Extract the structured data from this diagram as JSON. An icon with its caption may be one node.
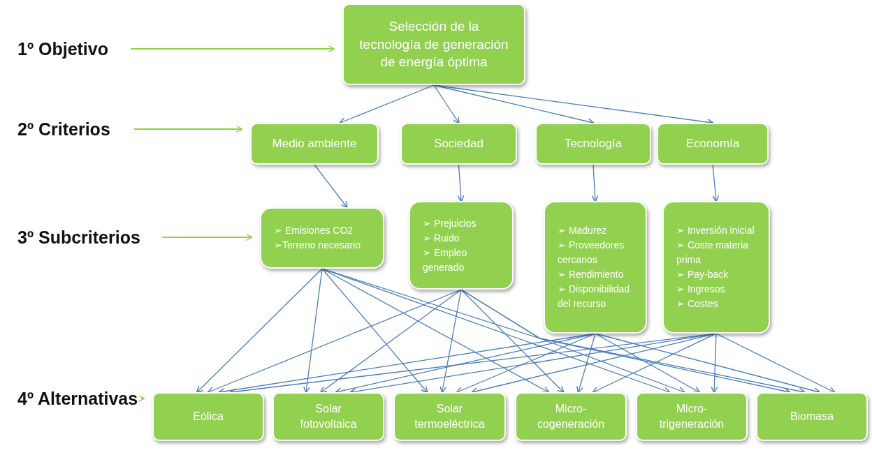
{
  "diagram": {
    "nodes": [
      {
        "text": [
          "1º Objetivo"
        ]
      },
      {
        "text": [
          "Selección de la tecnología de generación de energía óptima"
        ]
      },
      {
        "text": [
          "2º Criterios"
        ]
      },
      {
        "text": [
          "Medio ambiente"
        ]
      },
      {
        "text": [
          "Sociedad"
        ]
      },
      {
        "text": [
          "Tecnología"
        ]
      },
      {
        "text": [
          "Economía"
        ]
      },
      {
        "text": [
          "3º Subcriterios"
        ]
      },
      {
        "text": [
          "➢ Emisiones CO2",
          "➢Terreno necesario"
        ]
      },
      {
        "text": [
          "➢ Prejuicios",
          "➢ Ruido",
          "➢ Empleo generado"
        ]
      },
      {
        "text": [
          "➢ Madurez",
          "➢ Proveedores cercanos",
          "➢ Rendimiento",
          "➢ Disponibilidad del recurso"
        ]
      },
      {
        "text": [
          "➢ Inversión inicial",
          "➢ Coste materia prima",
          "➢ Pay-back",
          "➢ Ingresos",
          "➢ Costes"
        ]
      },
      {
        "text": [
          "4º Alternativas"
        ]
      },
      {
        "text": [
          "Eólica"
        ]
      },
      {
        "text": [
          "Solar fotovoltaica"
        ]
      },
      {
        "text": [
          "Solar termoeléctrica"
        ]
      },
      {
        "text": [
          "Micro-cogeneración"
        ]
      },
      {
        "text": [
          "Micro-trigeneración"
        ]
      },
      {
        "text": [
          "Biomasa"
        ]
      }
    ],
    "edges": [
      {
        "from": 0,
        "to": 1,
        "arrow": "to",
        "color": "#92d050"
      },
      {
        "from": 2,
        "to": 3,
        "arrow": "to",
        "color": "#92d050"
      },
      {
        "from": 7,
        "to": 8,
        "arrow": "to",
        "color": "#92d050"
      },
      {
        "from": 12,
        "to": 13,
        "arrow": "to",
        "color": "#92d050"
      },
      {
        "from": 1,
        "to": 3,
        "arrow": "to"
      },
      {
        "from": 1,
        "to": 4,
        "arrow": "to"
      },
      {
        "from": 1,
        "to": 5,
        "arrow": "to"
      },
      {
        "from": 1,
        "to": 6,
        "arrow": "to"
      },
      {
        "from": 3,
        "to": 8,
        "arrow": "to"
      },
      {
        "from": 4,
        "to": 9,
        "arrow": "to"
      },
      {
        "from": 5,
        "to": 10,
        "arrow": "to"
      },
      {
        "from": 6,
        "to": 11,
        "arrow": "to"
      },
      {
        "from": 8,
        "to": 13,
        "arrow": "to"
      },
      {
        "from": 8,
        "to": 14,
        "arrow": "to"
      },
      {
        "from": 8,
        "to": 15,
        "arrow": "to"
      },
      {
        "from": 8,
        "to": 16,
        "arrow": "to"
      },
      {
        "from": 8,
        "to": 17,
        "arrow": "to"
      },
      {
        "from": 8,
        "to": 18,
        "arrow": "to"
      },
      {
        "from": 9,
        "to": 13,
        "arrow": "to"
      },
      {
        "from": 9,
        "to": 14,
        "arrow": "to"
      },
      {
        "from": 9,
        "to": 15,
        "arrow": "to"
      },
      {
        "from": 9,
        "to": 16,
        "arrow": "to"
      },
      {
        "from": 9,
        "to": 17,
        "arrow": "to"
      },
      {
        "from": 9,
        "to": 18,
        "arrow": "to"
      },
      {
        "from": 10,
        "to": 13,
        "arrow": "to"
      },
      {
        "from": 10,
        "to": 14,
        "arrow": "to"
      },
      {
        "from": 10,
        "to": 15,
        "arrow": "to"
      },
      {
        "from": 10,
        "to": 16,
        "arrow": "to"
      },
      {
        "from": 10,
        "to": 17,
        "arrow": "to"
      },
      {
        "from": 10,
        "to": 18,
        "arrow": "to"
      },
      {
        "from": 11,
        "to": 13,
        "arrow": "to"
      },
      {
        "from": 11,
        "to": 14,
        "arrow": "to"
      },
      {
        "from": 11,
        "to": 15,
        "arrow": "to"
      },
      {
        "from": 11,
        "to": 16,
        "arrow": "to"
      },
      {
        "from": 11,
        "to": 17,
        "arrow": "to"
      },
      {
        "from": 11,
        "to": 18,
        "arrow": "to"
      }
    ]
  }
}
